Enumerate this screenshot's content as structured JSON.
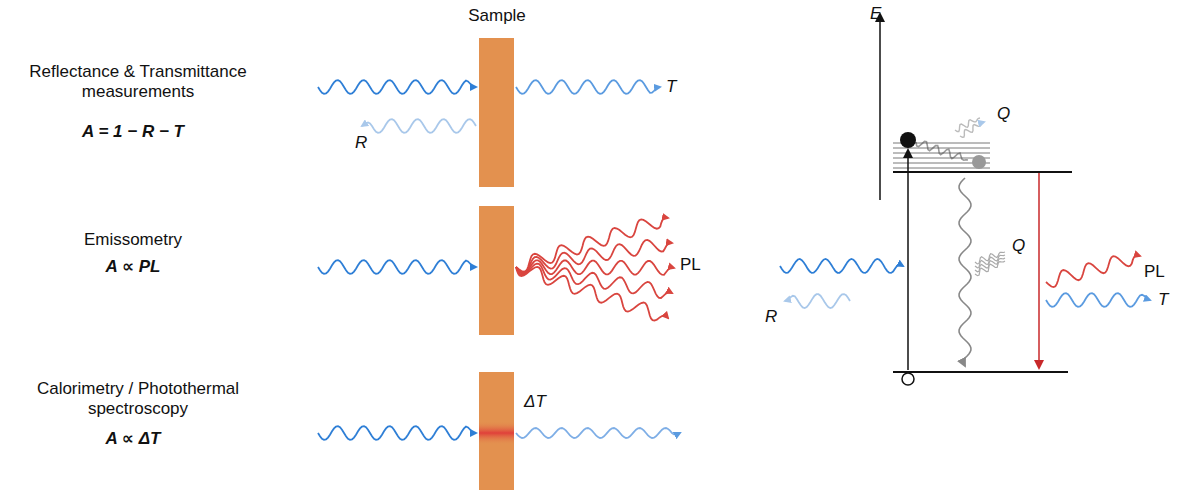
{
  "diagram": {
    "labels": [
      "Sample",
      "Reflectance & Transmittance measurements",
      "A = 1 − R − T",
      "T",
      "R",
      "Emissometry",
      "A ∝ PL",
      "PL",
      "Calorimetry / Photothermal spectroscopy",
      "A ∝ ΔT",
      "ΔT",
      "E",
      "Q",
      "Q",
      "PL",
      "T",
      "R"
    ]
  }
}
